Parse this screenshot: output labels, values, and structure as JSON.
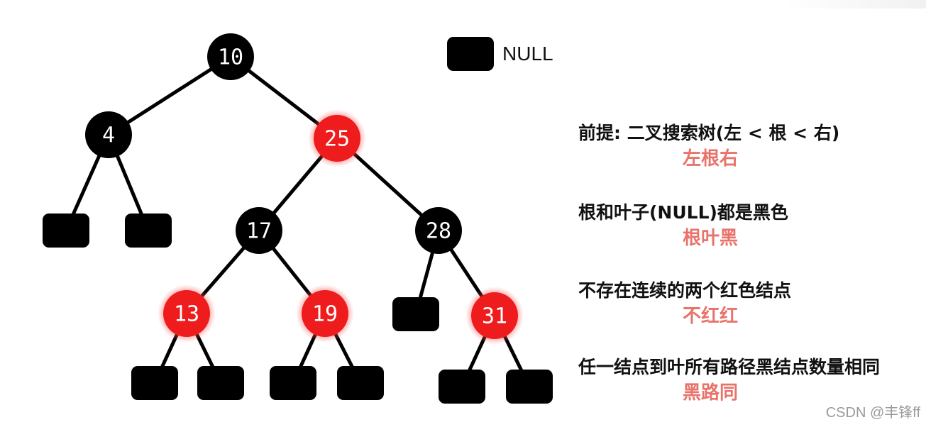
{
  "tree": {
    "nodes": [
      {
        "id": "n10",
        "label": "10",
        "color": "black"
      },
      {
        "id": "n4",
        "label": "4",
        "color": "black"
      },
      {
        "id": "n25",
        "label": "25",
        "color": "red"
      },
      {
        "id": "n17",
        "label": "17",
        "color": "black"
      },
      {
        "id": "n28",
        "label": "28",
        "color": "black"
      },
      {
        "id": "n13",
        "label": "13",
        "color": "red"
      },
      {
        "id": "n19",
        "label": "19",
        "color": "red"
      },
      {
        "id": "n31",
        "label": "31",
        "color": "red"
      }
    ],
    "null_leaves": [
      "null_4a",
      "null_4b",
      "null_28a",
      "null_13a",
      "null_13b",
      "null_19a",
      "null_19b",
      "null_31a",
      "null_31b"
    ],
    "edges": [
      [
        "n10",
        "n4"
      ],
      [
        "n10",
        "n25"
      ],
      [
        "n4",
        "null_4a"
      ],
      [
        "n4",
        "null_4b"
      ],
      [
        "n25",
        "n17"
      ],
      [
        "n25",
        "n28"
      ],
      [
        "n17",
        "n13"
      ],
      [
        "n17",
        "n19"
      ],
      [
        "n28",
        "null_28a"
      ],
      [
        "n28",
        "n31"
      ],
      [
        "n13",
        "null_13a"
      ],
      [
        "n13",
        "null_13b"
      ],
      [
        "n19",
        "null_19a"
      ],
      [
        "n19",
        "null_19b"
      ],
      [
        "n31",
        "null_31a"
      ],
      [
        "n31",
        "null_31b"
      ]
    ],
    "colors": {
      "black": "#000000",
      "red": "#ee1c1c",
      "red_glow": "#ff4b4b"
    }
  },
  "legend": {
    "label": "NULL"
  },
  "rules": [
    {
      "text": "前提: 二叉搜索树(左 < 根 < 右)",
      "short": "左根右"
    },
    {
      "text": "根和叶子(NULL)都是黑色",
      "short": "根叶黑"
    },
    {
      "text": "不存在连续的两个红色结点",
      "short": "不红红"
    },
    {
      "text": "任一结点到叶所有路径黑结点数量相同",
      "short": "黑路同"
    }
  ],
  "accent_color": "#e8736b",
  "watermark": "CSDN @丰锋ff"
}
